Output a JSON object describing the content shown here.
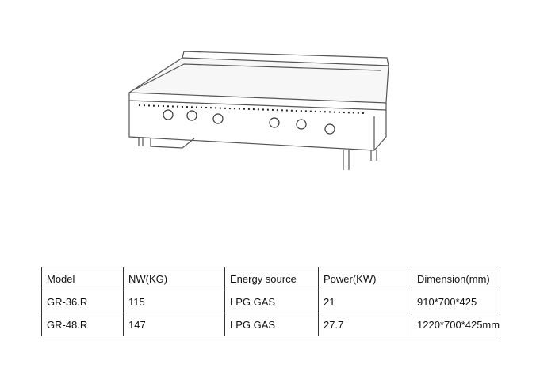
{
  "table": {
    "headers": [
      "Model",
      "NW(KG)",
      "Energy source",
      "Power(KW)",
      "Dimension(mm)"
    ],
    "rows": [
      [
        "GR-36.R",
        "115",
        "LPG GAS",
        "21",
        "910*700*425"
      ],
      [
        "GR-48.R",
        "147",
        "LPG GAS",
        "27.7",
        "1220*700*425mm"
      ]
    ]
  }
}
